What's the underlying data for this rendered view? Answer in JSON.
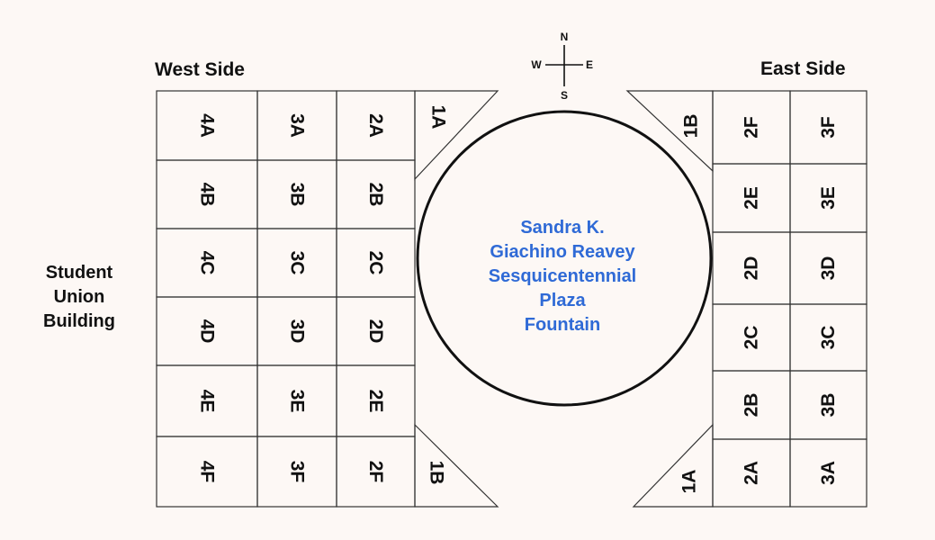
{
  "titles": {
    "west": "West Side",
    "east": "East Side",
    "building": [
      "Student",
      "Union",
      "Building"
    ]
  },
  "fountain": {
    "lines": [
      "Sandra K.",
      "Giachino Reavey",
      "Sesquicentennial",
      "Plaza",
      "Fountain"
    ],
    "color": "#2f6ad6"
  },
  "compass": {
    "north": "N",
    "south": "S",
    "west": "W",
    "east": "E"
  },
  "west_rows": [
    [
      "4A",
      "3A",
      "2A"
    ],
    [
      "4B",
      "3B",
      "2B"
    ],
    [
      "4C",
      "3C",
      "2C"
    ],
    [
      "4D",
      "3D",
      "2D"
    ],
    [
      "4E",
      "3E",
      "2E"
    ],
    [
      "4F",
      "3F",
      "2F"
    ]
  ],
  "west_corners": {
    "top": "1A",
    "bottom": "1B"
  },
  "east_rows": [
    [
      "2F",
      "3F"
    ],
    [
      "2E",
      "3E"
    ],
    [
      "2D",
      "3D"
    ],
    [
      "2C",
      "3C"
    ],
    [
      "2B",
      "3B"
    ],
    [
      "2A",
      "3A"
    ]
  ],
  "east_corners": {
    "top": "1B",
    "bottom": "1A"
  }
}
